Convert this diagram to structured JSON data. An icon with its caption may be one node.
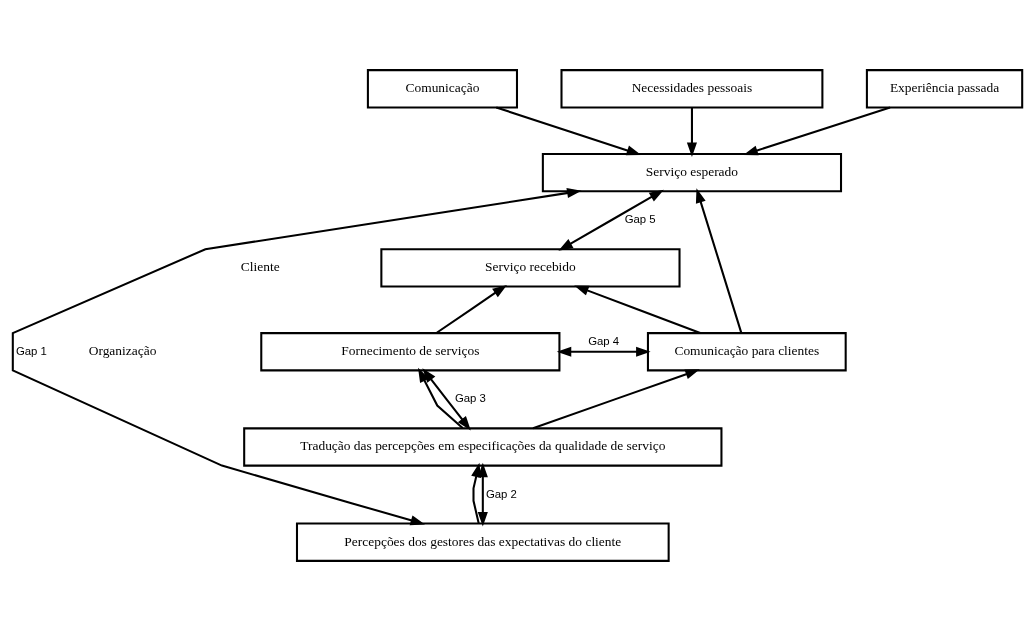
{
  "diagram": {
    "nodes": [
      {
        "text": [
          "Comunicação"
        ]
      },
      {
        "text": [
          "Necessidades pessoais"
        ]
      },
      {
        "text": [
          "Experiência passada"
        ]
      },
      {
        "text": [
          "Serviço esperado"
        ]
      },
      {
        "text": [
          "Serviço recebido"
        ]
      },
      {
        "text": [
          "Fornecimento de serviços"
        ]
      },
      {
        "text": [
          "Comunicação para clientes"
        ]
      },
      {
        "text": [
          "Tradução das percepções em especificações da qualidade de serviço"
        ]
      },
      {
        "text": [
          "Percepções dos gestores das expectativas do cliente"
        ]
      }
    ],
    "edges": [
      {
        "from": 0,
        "to": 3,
        "arrow": "to"
      },
      {
        "from": 1,
        "to": 3,
        "arrow": "to"
      },
      {
        "from": 2,
        "to": 3,
        "arrow": "to"
      },
      {
        "from": 3,
        "to": 4,
        "arrow": "both",
        "label": "Gap 5"
      },
      {
        "from": 6,
        "to": 3,
        "arrow": "to"
      },
      {
        "from": 6,
        "to": 4,
        "arrow": "to"
      },
      {
        "from": 5,
        "to": 4,
        "arrow": "to"
      },
      {
        "from": 5,
        "to": 6,
        "arrow": "both",
        "label": "Gap 4"
      },
      {
        "from": 5,
        "to": 7,
        "arrow": "both",
        "label": "Gap 3"
      },
      {
        "from": 7,
        "to": 5,
        "arrow": "to"
      },
      {
        "from": 7,
        "to": 6,
        "arrow": "to"
      },
      {
        "from": 7,
        "to": 8,
        "arrow": "both",
        "label": "Gap 2"
      },
      {
        "from": 8,
        "to": 7,
        "arrow": "to"
      },
      {
        "from": 3,
        "to": 8,
        "arrow": "both",
        "label": "Gap 1"
      }
    ],
    "labels": [
      "Cliente",
      "Organização"
    ]
  }
}
